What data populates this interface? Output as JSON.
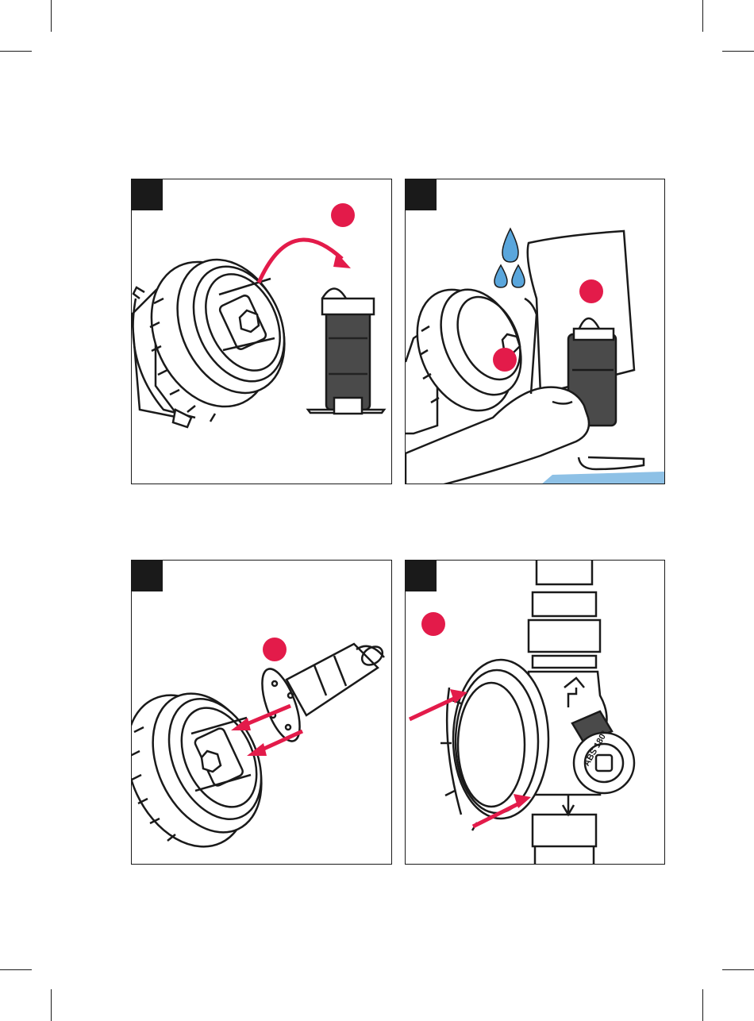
{
  "colors": {
    "accent_red": "#e31b4a",
    "ink": "#1a1a1a",
    "cartridge_gray": "#4a4a4a",
    "water_blue": "#5aa6dc",
    "floor_blue": "#8ec1e6"
  },
  "panels": [
    {
      "id": "step-1",
      "illustration": "filter-head-cartridge-removal-illustration",
      "icons": [
        "curved-arrow-icon"
      ]
    },
    {
      "id": "step-2",
      "illustration": "cartridge-cleaning-illustration",
      "icons": [
        "water-drop-icon",
        "cloth-icon",
        "hand-icon"
      ]
    },
    {
      "id": "step-3",
      "illustration": "cartridge-insertion-illustration",
      "icons": [
        "insert-arrow-icon"
      ]
    },
    {
      "id": "step-4",
      "illustration": "filter-housing-reassembly-illustration",
      "icons": [
        "insert-arrow-icon",
        "flow-arrow-icon"
      ]
    }
  ],
  "valve_label": "ABS 180°"
}
